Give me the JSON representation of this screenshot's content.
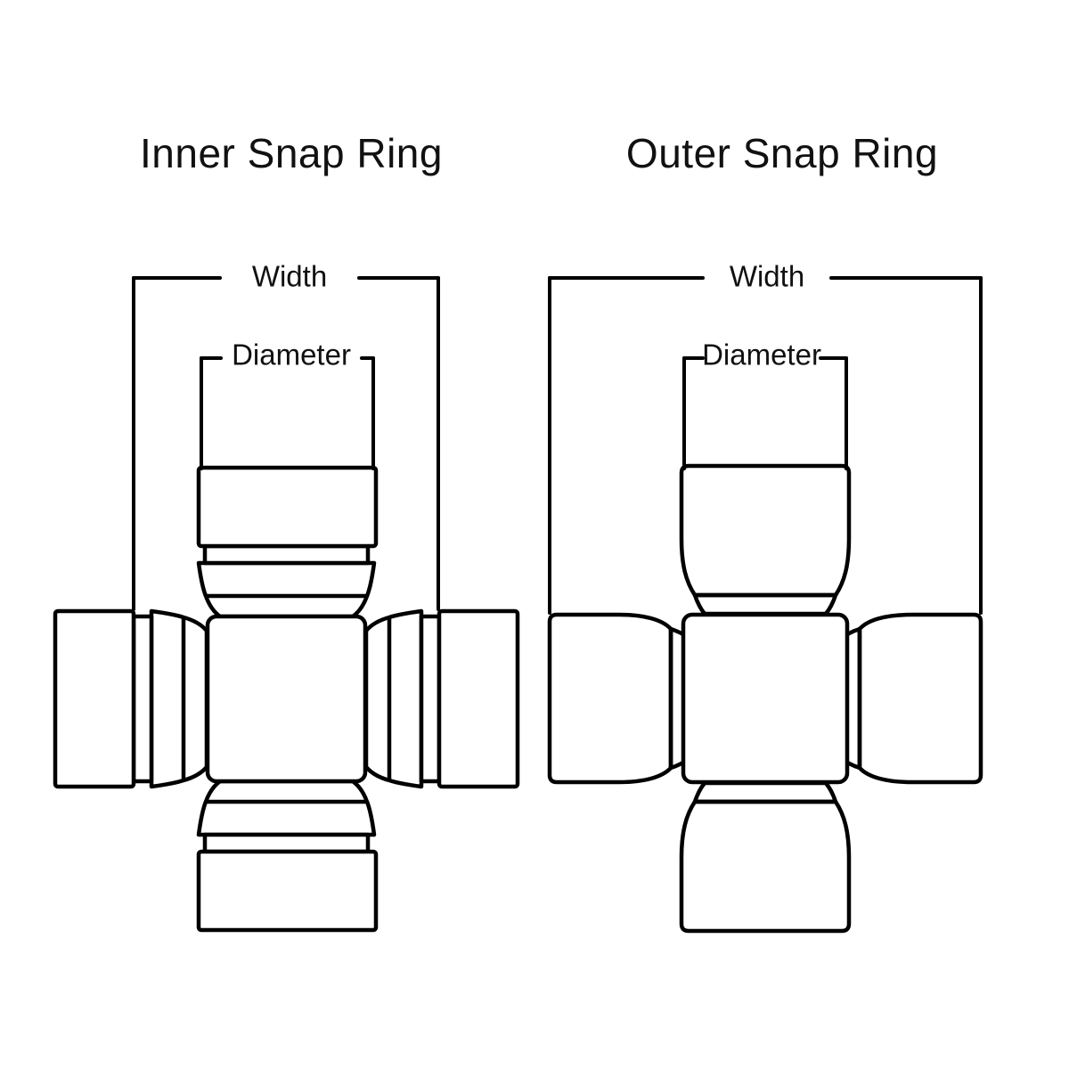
{
  "palette": {
    "background": "#ffffff",
    "line_color": "#000000",
    "text_color": "#111111"
  },
  "diagrams": {
    "inner": {
      "title": "Inner Snap Ring",
      "width_label": "Width",
      "diameter_label": "Diameter"
    },
    "outer": {
      "title": "Outer Snap Ring",
      "width_label": "Width",
      "diameter_label": "Diameter"
    }
  }
}
